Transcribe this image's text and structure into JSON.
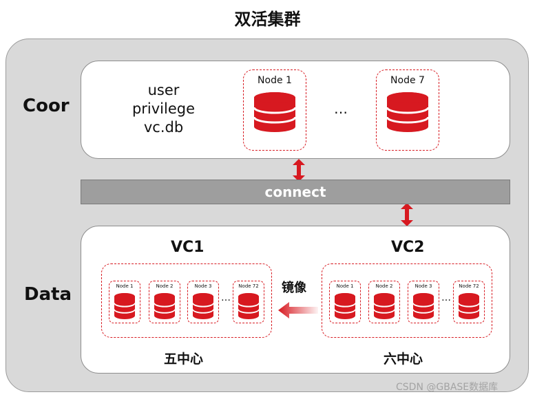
{
  "title": "双活集群",
  "coor": {
    "label": "Coor",
    "meta_lines": [
      "user",
      "privilege",
      "vc.db"
    ],
    "nodes": [
      "Node 1",
      "Node 7"
    ],
    "ellipsis": "…"
  },
  "connect": "connect",
  "data": {
    "label": "Data",
    "vc1": {
      "title": "VC1",
      "center": "五中心",
      "nodes": [
        "Node 1",
        "Node 2",
        "Node 3",
        "Node 72"
      ]
    },
    "vc2": {
      "title": "VC2",
      "center": "六中心",
      "nodes": [
        "Node 1",
        "Node 2",
        "Node 3",
        "Node 72"
      ]
    },
    "mirror": "镜像",
    "ellipsis": "…"
  },
  "watermark": "CSDN @GBASE数据库",
  "colors": {
    "accent": "#d71920",
    "panel_bg": "#d9d9d9",
    "connect_bar": "#9e9e9e"
  }
}
